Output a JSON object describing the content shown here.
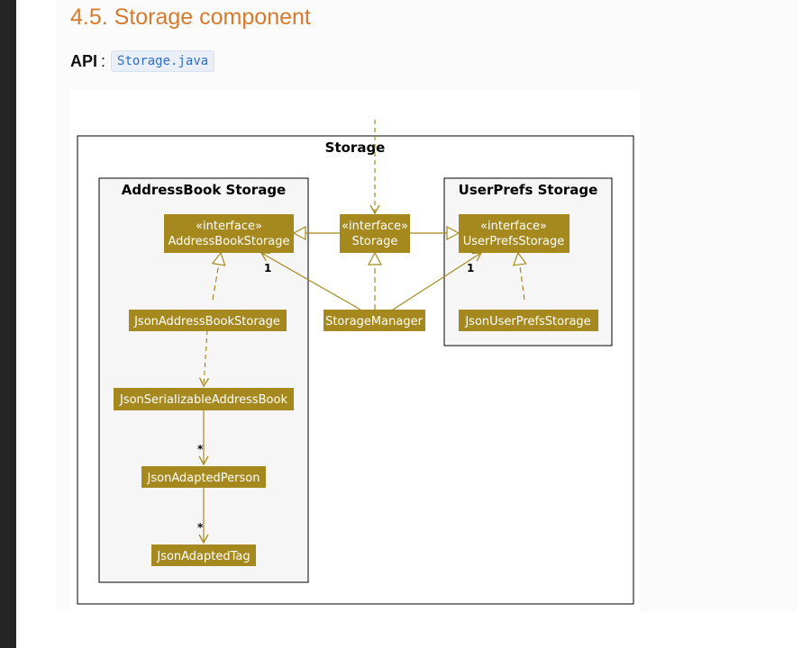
{
  "heading": "4.5. Storage component",
  "api": {
    "label": "API",
    "separator": ":",
    "file": "Storage.java"
  },
  "diagram": {
    "outer_package": "Storage",
    "address_book_package": "AddressBook Storage",
    "user_prefs_package": "UserPrefs Storage",
    "stereotype": "«interface»",
    "classes": {
      "address_book_storage": "AddressBookStorage",
      "storage": "Storage",
      "user_prefs_storage": "UserPrefsStorage",
      "json_address_book_storage": "JsonAddressBookStorage",
      "storage_manager": "StorageManager",
      "json_user_prefs_storage": "JsonUserPrefsStorage",
      "json_serializable_address_book": "JsonSerializableAddressBook",
      "json_adapted_person": "JsonAdaptedPerson",
      "json_adapted_tag": "JsonAdaptedTag"
    },
    "multiplicities": {
      "storage_manager_to_address_book_storage": "1",
      "storage_manager_to_user_prefs_storage": "1",
      "address_book_to_person": "*",
      "person_to_tag": "*"
    },
    "colors": {
      "class_fill": "#a5891e",
      "package_fill": "#f5f6f5",
      "edge": "#a5891e"
    }
  }
}
